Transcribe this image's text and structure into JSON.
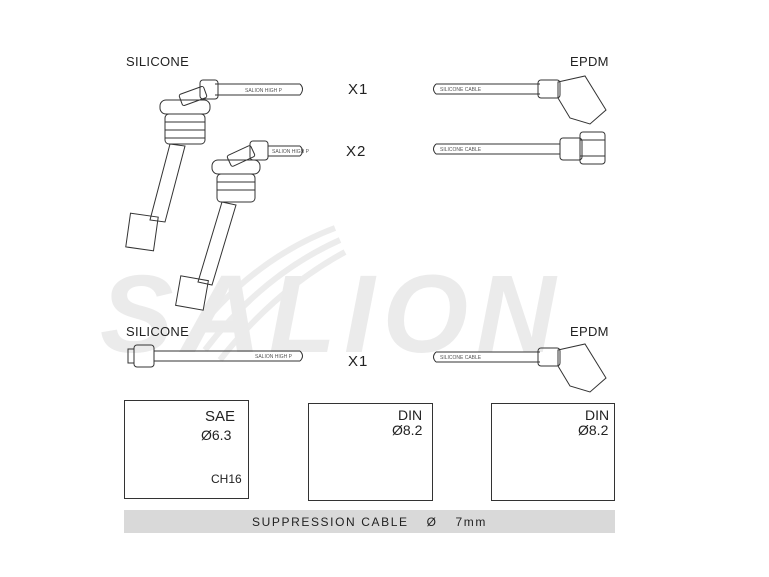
{
  "labels": {
    "silicone_top": "SILICONE",
    "epdm_top": "EPDM",
    "silicone_bottom": "SILICONE",
    "epdm_bottom": "EPDM",
    "mult_1": "X1",
    "mult_2": "X2",
    "mult_3": "X1"
  },
  "cable_prints": {
    "silicone": "SALION HIGH P",
    "epdm": "SILICONE CABLE"
  },
  "watermark": "SALION",
  "boxes": {
    "sae": {
      "title": "SAE",
      "size": "Ø6.3",
      "code": "CH16"
    },
    "din_left": {
      "title": "DIN",
      "size": "Ø8.2"
    },
    "din_right": {
      "title": "DIN",
      "size": "Ø8.2"
    }
  },
  "footer": {
    "text": "SUPPRESSION CABLE",
    "symbol": "Ø",
    "size": "7mm"
  },
  "colors": {
    "line": "#333333",
    "watermark": "#e6e6e6",
    "footer_bg": "#d9d9d9"
  }
}
